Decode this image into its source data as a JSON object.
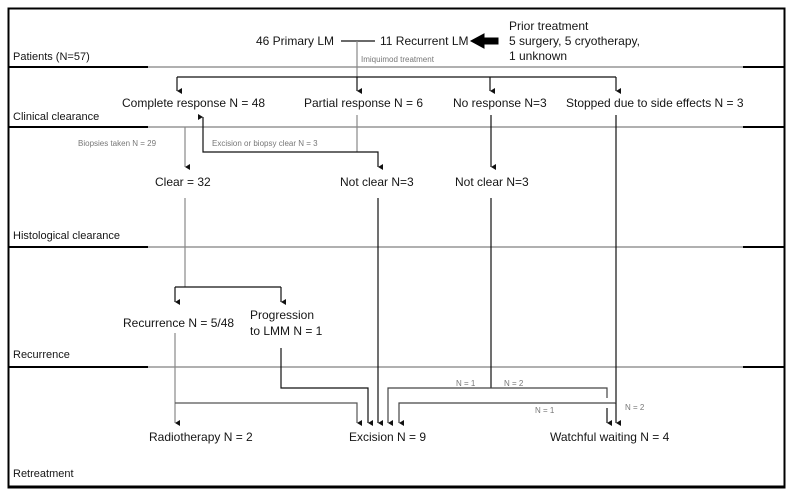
{
  "sections": [
    {
      "id": "patients",
      "label": "Patients (N=57)"
    },
    {
      "id": "clinical",
      "label": "Clinical clearance"
    },
    {
      "id": "histological",
      "label": "Histological clearance"
    },
    {
      "id": "recurrence",
      "label": "Recurrence"
    },
    {
      "id": "retreatment",
      "label": "Retreatment"
    }
  ],
  "patients": {
    "primary": "46 Primary LM",
    "recurrent": "11 Recurrent LM",
    "prior_title": "Prior treatment",
    "prior_line1": "5 surgery, 5 cryotherapy,",
    "prior_line2": "1 unknown",
    "treatment_note": "Imiquimod treatment"
  },
  "clinical": {
    "complete": "Complete response N = 48",
    "partial": "Partial response N = 6",
    "none": "No response N=3",
    "stopped": "Stopped due to side effects N = 3"
  },
  "histological": {
    "biopsies_note": "Biopsies taken N = 29",
    "excision_note": "Excision or biopsy clear  N = 3",
    "clear": "Clear = 32",
    "not_clear_partial": "Not clear N=3",
    "not_clear_none": "Not clear N=3"
  },
  "recurrence": {
    "recurrence": "Recurrence N = 5/48",
    "progression_line1": "Progression",
    "progression_line2": "to LMM N = 1"
  },
  "retreatment": {
    "radiotherapy": "Radiotherapy N = 2",
    "excision": "Excision N = 9",
    "watchful": "Watchful waiting N = 4",
    "flow_labels": {
      "noresp_to_excision": "N = 1",
      "noresp_to_watchful": "N = 2",
      "stopped_to_excision": "N = 1",
      "stopped_to_watchful": "N = 2"
    }
  },
  "colors": {
    "frame": "#000000",
    "divider_gray": "#b0b0b0",
    "line": "#222222",
    "note_text": "#777777"
  }
}
